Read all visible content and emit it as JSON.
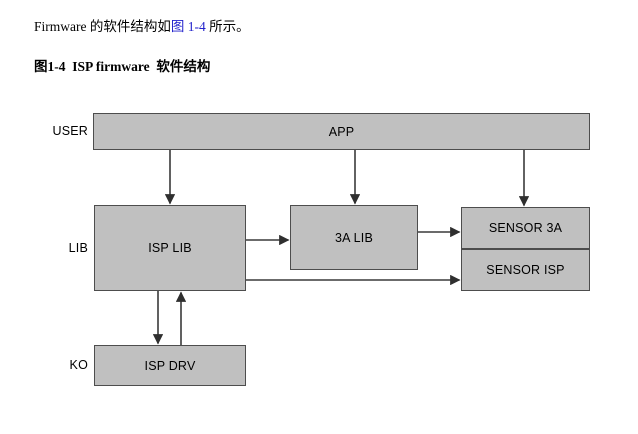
{
  "document": {
    "intro": {
      "before": "Firmware ",
      "mid": "的软件结构如",
      "xref": "图 1-4",
      "after": " 所示。"
    },
    "caption": {
      "number": "图1-4",
      "latin": "ISP firmware",
      "chinese": "软件结构"
    }
  },
  "diagram": {
    "title": "ISP firmware 软件结构",
    "colors": {
      "node_fill": "#c0c0c0",
      "node_border": "#4d4d4d",
      "connector": "#3a3a3a",
      "xref_link": "#2222cc",
      "page_background": "#ffffff"
    },
    "tiers": [
      {
        "id": "user",
        "label": "USER"
      },
      {
        "id": "lib",
        "label": "LIB"
      },
      {
        "id": "ko",
        "label": "KO"
      }
    ],
    "nodes": [
      {
        "id": "app",
        "label": "APP",
        "tier": "user"
      },
      {
        "id": "isp-lib",
        "label": "ISP LIB",
        "tier": "lib"
      },
      {
        "id": "3a-lib",
        "label": "3A LIB",
        "tier": "lib"
      },
      {
        "id": "sensor-3a",
        "label": "SENSOR 3A",
        "tier": "lib"
      },
      {
        "id": "sensor-isp",
        "label": "SENSOR ISP",
        "tier": "lib"
      },
      {
        "id": "isp-drv",
        "label": "ISP DRV",
        "tier": "ko"
      }
    ],
    "edges": [
      {
        "id": "app-to-isp-lib",
        "from": "app",
        "to": "isp-lib",
        "direction": "down"
      },
      {
        "id": "app-to-3a-lib",
        "from": "app",
        "to": "3a-lib",
        "direction": "down"
      },
      {
        "id": "app-to-sensor-3a",
        "from": "app",
        "to": "sensor-3a",
        "direction": "down"
      },
      {
        "id": "isp-lib-to-3a-lib",
        "from": "isp-lib",
        "to": "3a-lib",
        "direction": "right"
      },
      {
        "id": "3a-lib-to-sensor-3a",
        "from": "3a-lib",
        "to": "sensor-3a",
        "direction": "right"
      },
      {
        "id": "isp-lib-to-sensor-isp",
        "from": "isp-lib",
        "to": "sensor-isp",
        "direction": "right"
      },
      {
        "id": "isp-lib-to-isp-drv",
        "from": "isp-lib",
        "to": "isp-drv",
        "direction": "down"
      },
      {
        "id": "isp-drv-to-isp-lib",
        "from": "isp-drv",
        "to": "isp-lib",
        "direction": "up"
      }
    ]
  }
}
